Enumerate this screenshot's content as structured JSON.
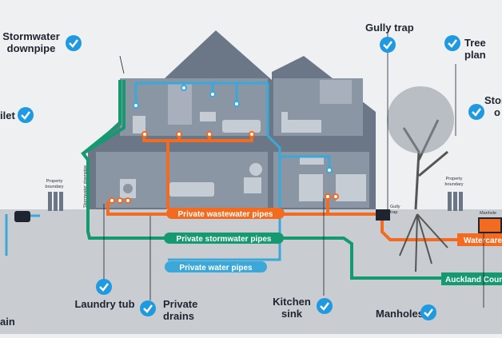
{
  "labels": {
    "stormwater_downpipe_top": "Stormwater",
    "stormwater_downpipe_bottom": "downpipe",
    "toilet": "ilet",
    "drain": "ain",
    "laundry_tub": "Laundry tub",
    "private_drains_top": "Private",
    "private_drains_bottom": "drains",
    "kitchen_sink_top": "Kitchen",
    "kitchen_sink_bottom": "sink",
    "manholes": "Manholes",
    "gully_trap": "Gully trap",
    "tree_planting": "Tree plan",
    "stormwater_right_top": "Stor",
    "stormwater_right_bottom": "o"
  },
  "pipes": {
    "wastewater": "Private wastewater pipes",
    "stormwater": "Private stormwater pipes",
    "water": "Private water pipes",
    "watercare": "Watercare w",
    "council": "Auckland Council s"
  },
  "small": {
    "boundary_left_1": "Property",
    "boundary_left_2": "boundary",
    "boundary_right_1": "Property",
    "boundary_right_2": "boundary",
    "downpipe_vertical": "Stormwater downpipe",
    "gully_small_1": "Gully",
    "gully_small_2": "trap",
    "manhole_small": "Manhole"
  },
  "colors": {
    "wastewater": "#f26b21",
    "stormwater": "#149a6e",
    "water": "#3aa8d8",
    "house_fill": "#6b7787",
    "ground": "#c9ccd0",
    "check": "#1f9ae0"
  }
}
